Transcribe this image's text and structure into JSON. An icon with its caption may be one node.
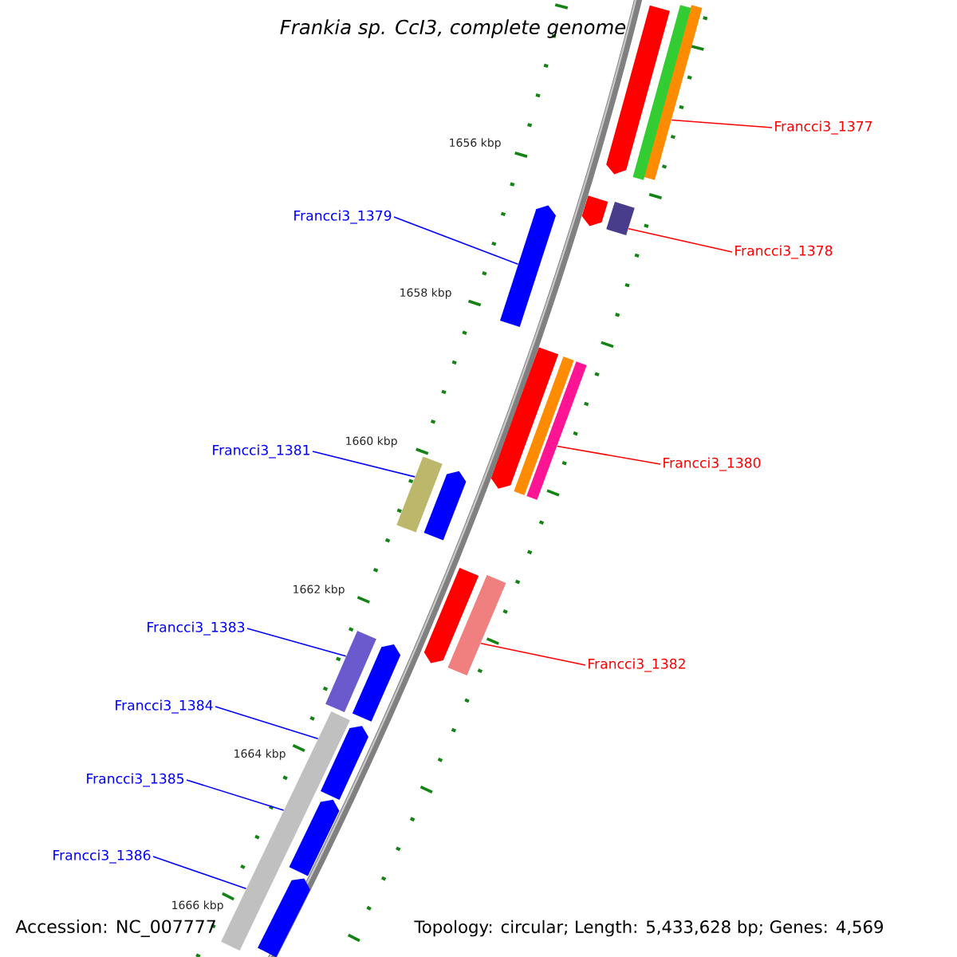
{
  "diagram": {
    "title": "Frankia sp. CcI3, complete genome",
    "nodes": [
      {
        "text": [
          "Francci3_1377"
        ]
      },
      {
        "text": [
          "Francci3_1379"
        ]
      },
      {
        "text": [
          "Francci3_1378"
        ]
      },
      {
        "text": [
          "Francci3_1381"
        ]
      },
      {
        "text": [
          "Francci3_1380"
        ]
      },
      {
        "text": [
          "Francci3_1383"
        ]
      },
      {
        "text": [
          "Francci3_1382"
        ]
      },
      {
        "text": [
          "Francci3_1384"
        ]
      },
      {
        "text": [
          "Francci3_1385"
        ]
      },
      {
        "text": [
          "Francci3_1386"
        ]
      },
      {
        "text": [],
        "shape": "bar"
      },
      {
        "text": [],
        "shape": "bar"
      },
      {
        "text": [],
        "shape": "arrow"
      },
      {
        "text": [],
        "shape": "bar"
      },
      {
        "text": [],
        "shape": "bar"
      },
      {
        "text": [],
        "shape": "bar"
      },
      {
        "text": [],
        "shape": "bar"
      },
      {
        "text": [],
        "shape": "bar"
      },
      {
        "text": [],
        "shape": "arrow"
      },
      {
        "text": [],
        "shape": "bar"
      },
      {
        "text": [],
        "shape": "arrow"
      },
      {
        "text": [],
        "shape": "arrow"
      },
      {
        "text": [],
        "shape": "bar"
      },
      {
        "text": [],
        "shape": "arrow"
      },
      {
        "text": [],
        "shape": "arrow"
      },
      {
        "text": [],
        "shape": "arrow"
      },
      {
        "text": [],
        "shape": "arrow"
      },
      {
        "text": [],
        "shape": "arrow"
      },
      {
        "text": [],
        "shape": "arrow"
      }
    ],
    "edges": [
      {
        "from": 0,
        "to": 10,
        "arrow": "none",
        "color": "#ff0000"
      },
      {
        "from": 1,
        "to": 12,
        "arrow": "none"
      },
      {
        "from": 2,
        "to": 11,
        "arrow": "none",
        "color": "#ff0000"
      },
      {
        "from": 3,
        "to": 14,
        "arrow": "none"
      },
      {
        "from": 4,
        "to": 13,
        "arrow": "none",
        "color": "#ff0000"
      },
      {
        "from": 5,
        "to": 16,
        "arrow": "none"
      },
      {
        "from": 6,
        "to": 15,
        "arrow": "none",
        "color": "#ff0000"
      },
      {
        "from": 7,
        "to": 17,
        "arrow": "none"
      },
      {
        "from": 8,
        "to": 17,
        "arrow": "none"
      },
      {
        "from": 9,
        "to": 17,
        "arrow": "none"
      }
    ],
    "labels": [
      "1656 kbp",
      "1658 kbp",
      "1660 kbp",
      "1662 kbp",
      "1664 kbp",
      "1666 kbp",
      "Accession: NC_007777",
      "Topology: circular; Length: 5,433,628 bp; Genes: 4,569"
    ]
  }
}
